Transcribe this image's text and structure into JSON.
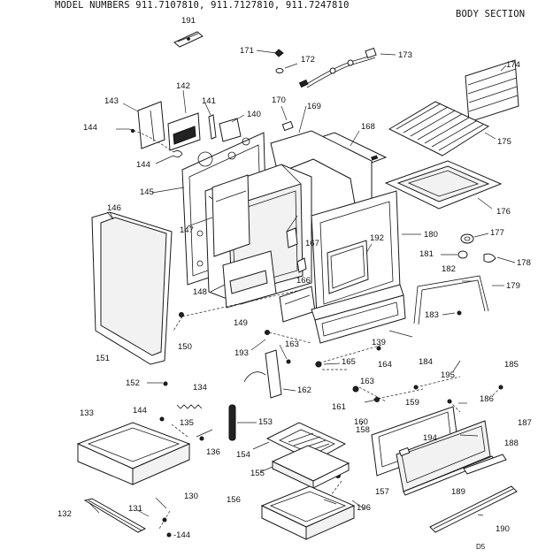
{
  "header": {
    "model_numbers": "MODEL NUMBERS 911.7107810, 911.7127810, 911.7247810",
    "section": "BODY SECTION"
  },
  "footer": {
    "page_code": "D5"
  },
  "labels": {
    "p130": "130",
    "p131": "131",
    "p132": "132",
    "p133": "133",
    "p134": "134",
    "p135": "135",
    "p136": "136",
    "p139": "139",
    "p140": "140",
    "p141": "141",
    "p142": "142",
    "p143": "143",
    "p144a": "144",
    "p144b": "144",
    "p144c": "144",
    "p144d": "-144",
    "p145": "145",
    "p146": "146",
    "p147": "147",
    "p148": "148",
    "p149": "149",
    "p150": "150",
    "p151": "151",
    "p152": "152",
    "p153": "153",
    "p154": "154",
    "p155": "155",
    "p156": "156",
    "p157": "157",
    "p158": "158",
    "p159": "159",
    "p160": "160",
    "p161": "161",
    "p162": "162",
    "p163a": "163",
    "p163b": "163",
    "p164": "164",
    "p165": "165",
    "p166": "166",
    "p167": "167",
    "p168": "168",
    "p169": "169",
    "p170": "170",
    "p171": "171",
    "p172": "172",
    "p173": "173",
    "p174": "174",
    "p175": "175",
    "p176": "176",
    "p177": "177",
    "p178": "178",
    "p179": "179",
    "p180": "180",
    "p181": "181",
    "p182": "182",
    "p183": "183",
    "p184": "184",
    "p185": "185",
    "p186": "186",
    "p187": "187",
    "p188": "188",
    "p189": "189",
    "p190": "190",
    "p191": "191",
    "p192": "192",
    "p193": "193",
    "p194": "194",
    "p195": "195",
    "p196": "196"
  }
}
